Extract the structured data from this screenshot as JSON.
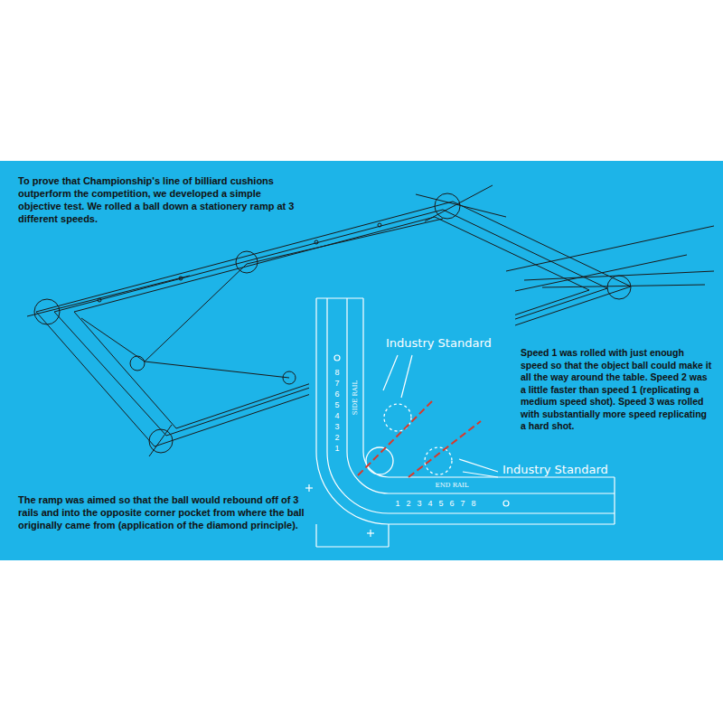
{
  "diagram": {
    "labels": [
      "To prove that Championship's line of billiard cushions outperform the competition, we developed a simple objective test. We rolled a ball down a stationery ramp at 3 different speeds.",
      "Industry Standard",
      "Speed 1 was rolled with just enough speed so that the object ball could make it all the way around the table. Speed 2 was a little faster than speed 1 (replicating a medium speed shot). Speed 3 was rolled with substantially more speed replicating a hard shot.",
      "8",
      "7",
      "6",
      "5",
      "4",
      "3",
      "2",
      "1",
      "SIDE RAIL",
      "Industry Standard",
      "END RAIL",
      "1",
      "2",
      "3",
      "4",
      "5",
      "6",
      "7",
      "8",
      "The ramp was aimed so that the ball would rebound off of 3 rails and into the opposite corner pocket from where the ball originally came from (application of the diamond principle)."
    ]
  }
}
